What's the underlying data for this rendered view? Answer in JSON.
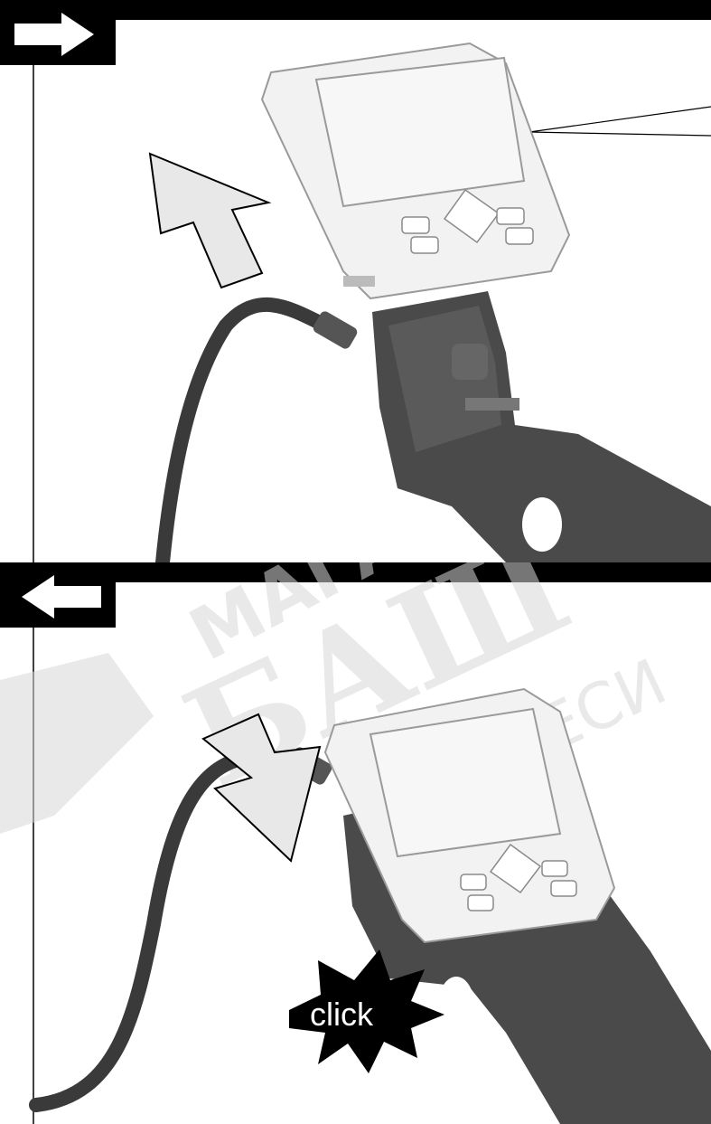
{
  "instruction_panels": [
    {
      "step": "detach",
      "direction_icon": "arrow-right-icon"
    },
    {
      "step": "attach",
      "direction_icon": "arrow-left-icon"
    }
  ],
  "callout": {
    "text": "click"
  },
  "watermark": {
    "line1": "МАГАЗИН",
    "line2": "БАШ",
    "line3": "ПРОФЕСИ"
  },
  "colors": {
    "rule": "#000000",
    "device_body": "#f2f2f2",
    "device_outline": "#9a9a9a",
    "handle": "#4a4a4a",
    "cable": "#3a3a3a",
    "arrow_fill": "#e8e8e8",
    "watermark": "#d8d8d8"
  }
}
